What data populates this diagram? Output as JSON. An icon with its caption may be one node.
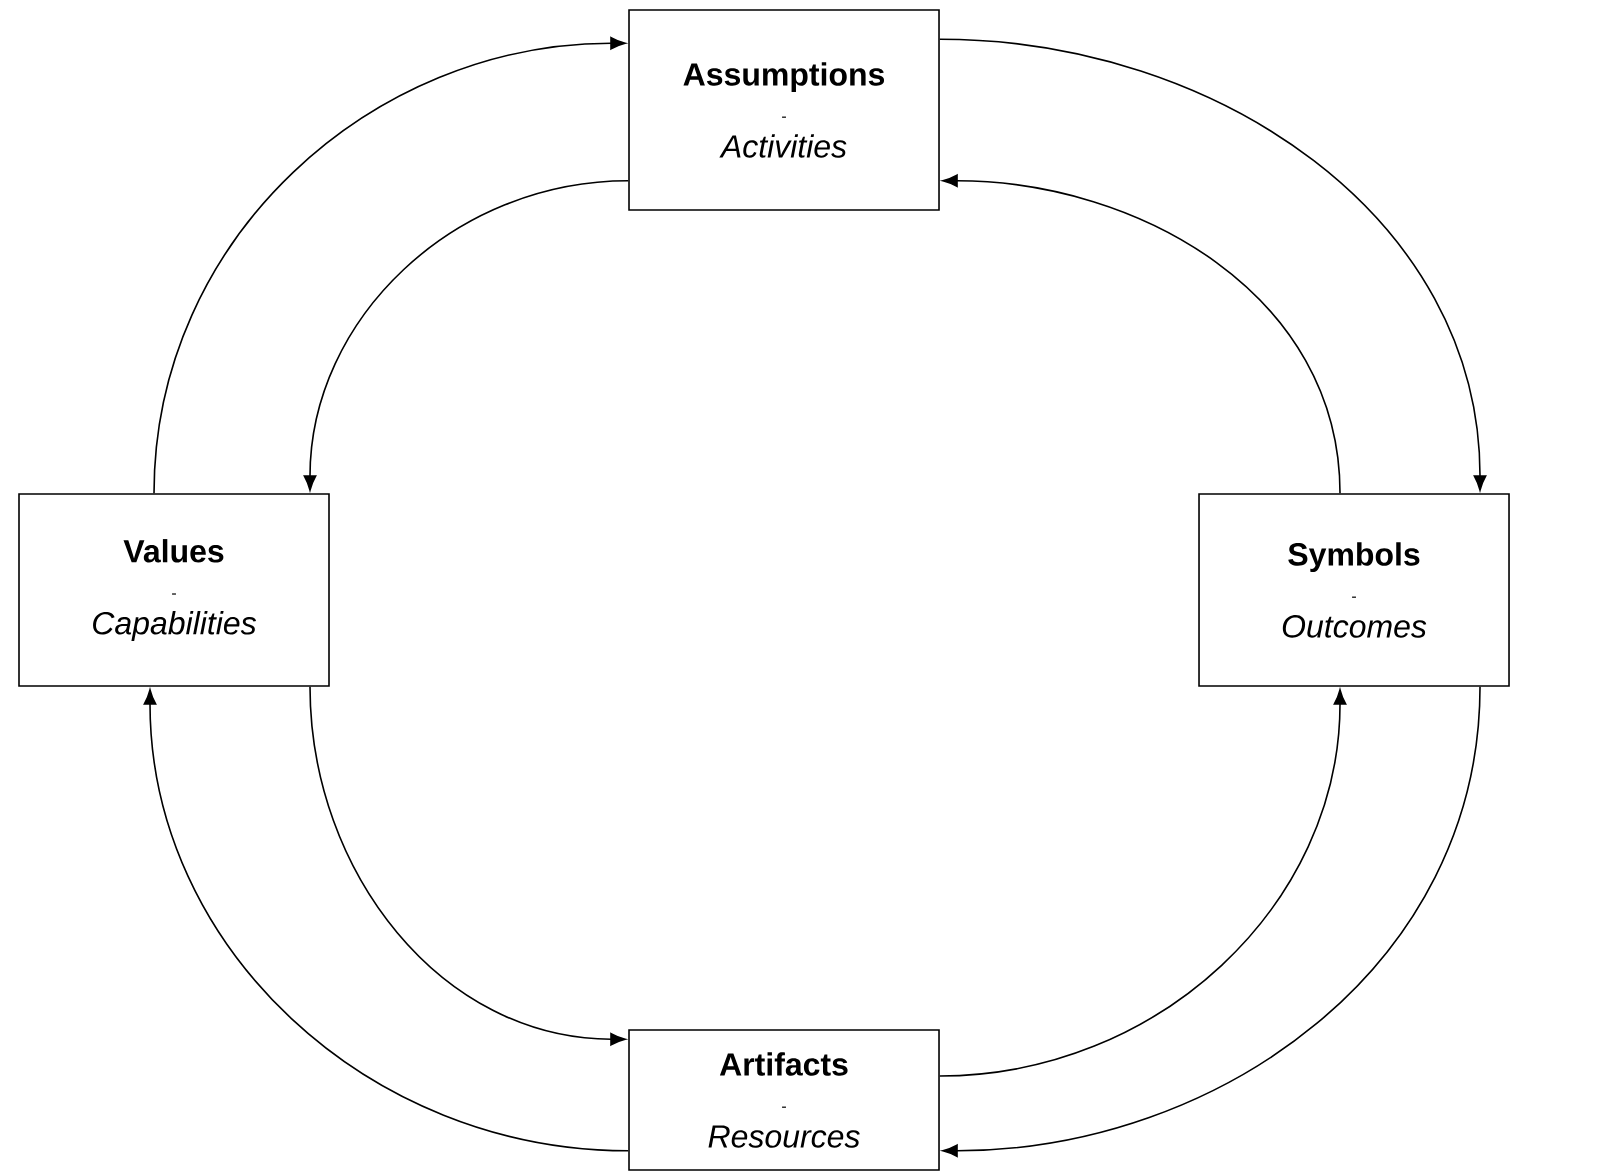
{
  "diagram": {
    "nodes": [
      {
        "text": [
          "Assumptions",
          "-",
          "Activities"
        ]
      },
      {
        "text": [
          "Values",
          "-",
          "Capabilities"
        ]
      },
      {
        "text": [
          "Symbols",
          "-",
          "Outcomes"
        ]
      },
      {
        "text": [
          "Artifacts",
          "-",
          "Resources"
        ]
      }
    ],
    "edges": [
      {
        "from": 1,
        "to": 0,
        "arrow": "to"
      },
      {
        "from": 0,
        "to": 1,
        "arrow": "to"
      },
      {
        "from": 0,
        "to": 2,
        "arrow": "to"
      },
      {
        "from": 2,
        "to": 0,
        "arrow": "to"
      },
      {
        "from": 2,
        "to": 3,
        "arrow": "to"
      },
      {
        "from": 3,
        "to": 2,
        "arrow": "to"
      },
      {
        "from": 3,
        "to": 1,
        "arrow": "to"
      },
      {
        "from": 1,
        "to": 3,
        "arrow": "to"
      }
    ]
  }
}
